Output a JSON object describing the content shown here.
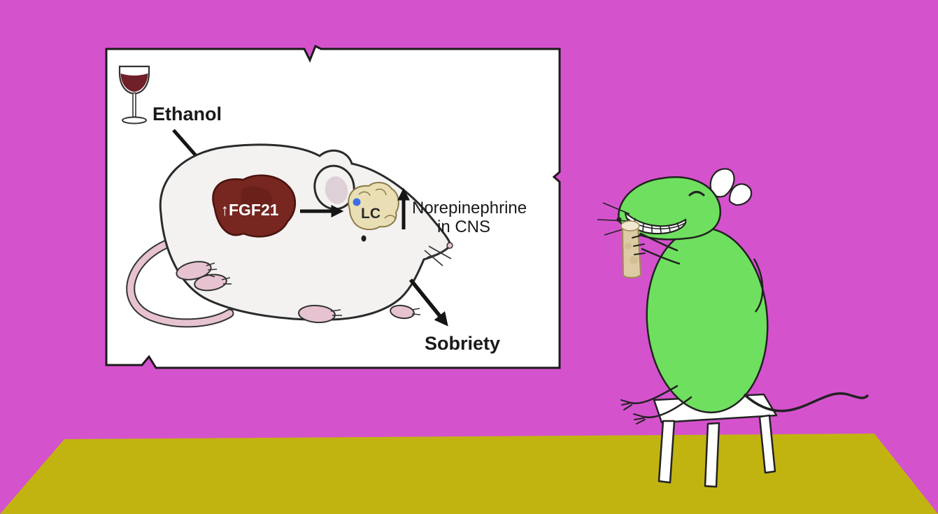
{
  "scene": {
    "wall_color": "#d552cd",
    "floor_color": "#c1b411"
  },
  "poster": {
    "labels": {
      "ethanol": "Ethanol",
      "fgf21": "↑FGF21",
      "lc": "LC",
      "norepinephrine_line1": "Norepinephrine",
      "norepinephrine_line2": "in CNS",
      "sobriety": "Sobriety"
    },
    "colors": {
      "board": "#ffffff",
      "liver": "#772620",
      "liver_outline": "#4a130e",
      "brain": "#eadfb4",
      "lc_dot": "#3f6de8",
      "wine": "#6f2028",
      "mouse_body": "#f3f2f1",
      "paw_pink": "#e7c3d1"
    }
  },
  "cartoon": {
    "rat_color": "#6fdf5f",
    "chair_color": "#ffffff",
    "drink_color": "#ddcba4"
  }
}
